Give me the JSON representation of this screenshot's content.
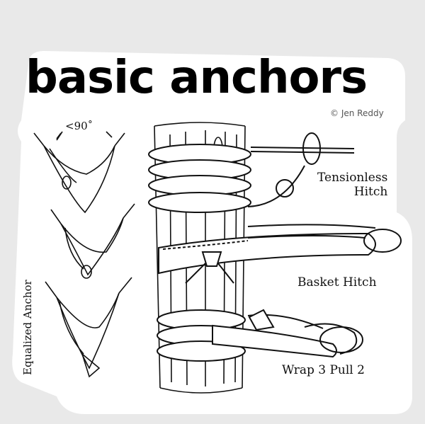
{
  "sticker": {
    "title": "basic anchors",
    "credit": "© Jen Reddy",
    "angle_label": "<90˚",
    "labels": {
      "tensionless": "Tensionless",
      "tensionless_line2": "Hitch",
      "basket": "Basket Hitch",
      "wrap": "Wrap 3 Pull 2",
      "equalized": "Equalized Anchor"
    },
    "colors": {
      "background": "#e9e9e9",
      "sticker": "#ffffff",
      "ink": "#000000"
    }
  }
}
